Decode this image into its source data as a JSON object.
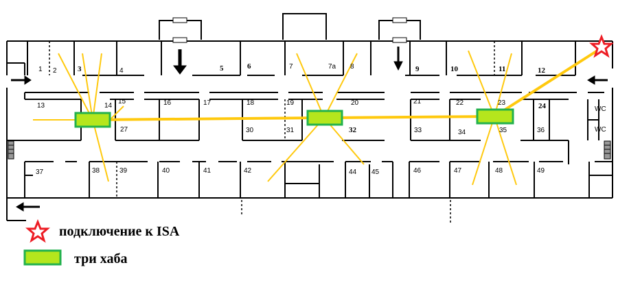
{
  "rooms": {
    "r1": "1",
    "r2": "2",
    "r3": "3",
    "r4": "4",
    "r5": "5",
    "r6": "6",
    "r7": "7",
    "r7a": "7а",
    "r8": "8",
    "r9": "9",
    "r10": "10",
    "r11": "11",
    "r12": "12",
    "r13": "13",
    "r14": "14",
    "r15": "15",
    "r16": "16",
    "r17": "17",
    "r18": "18",
    "r19": "19",
    "r20": "20",
    "r21": "21",
    "r22": "22",
    "r23": "23",
    "r24": "24",
    "r27": "27",
    "r30": "30",
    "r31": "31",
    "r32": "32",
    "r33": "33",
    "r34": "34",
    "r35": "35",
    "r36": "36",
    "r37": "37",
    "r38": "38",
    "r39": "39",
    "r40": "40",
    "r41": "41",
    "r42": "42",
    "r44": "44",
    "r45": "45",
    "r46": "46",
    "r47": "47",
    "r48": "48",
    "r49": "49",
    "wc1": "WC",
    "wc2": "WC"
  },
  "legend": {
    "isa_label": "подключение к ISA",
    "hubs_label": "три хаба"
  },
  "colors": {
    "cable": "#ffc90e",
    "hub_fill": "#b5e61d",
    "hub_border": "#22b14c",
    "star": "#ed1c24",
    "wall": "#000000"
  }
}
